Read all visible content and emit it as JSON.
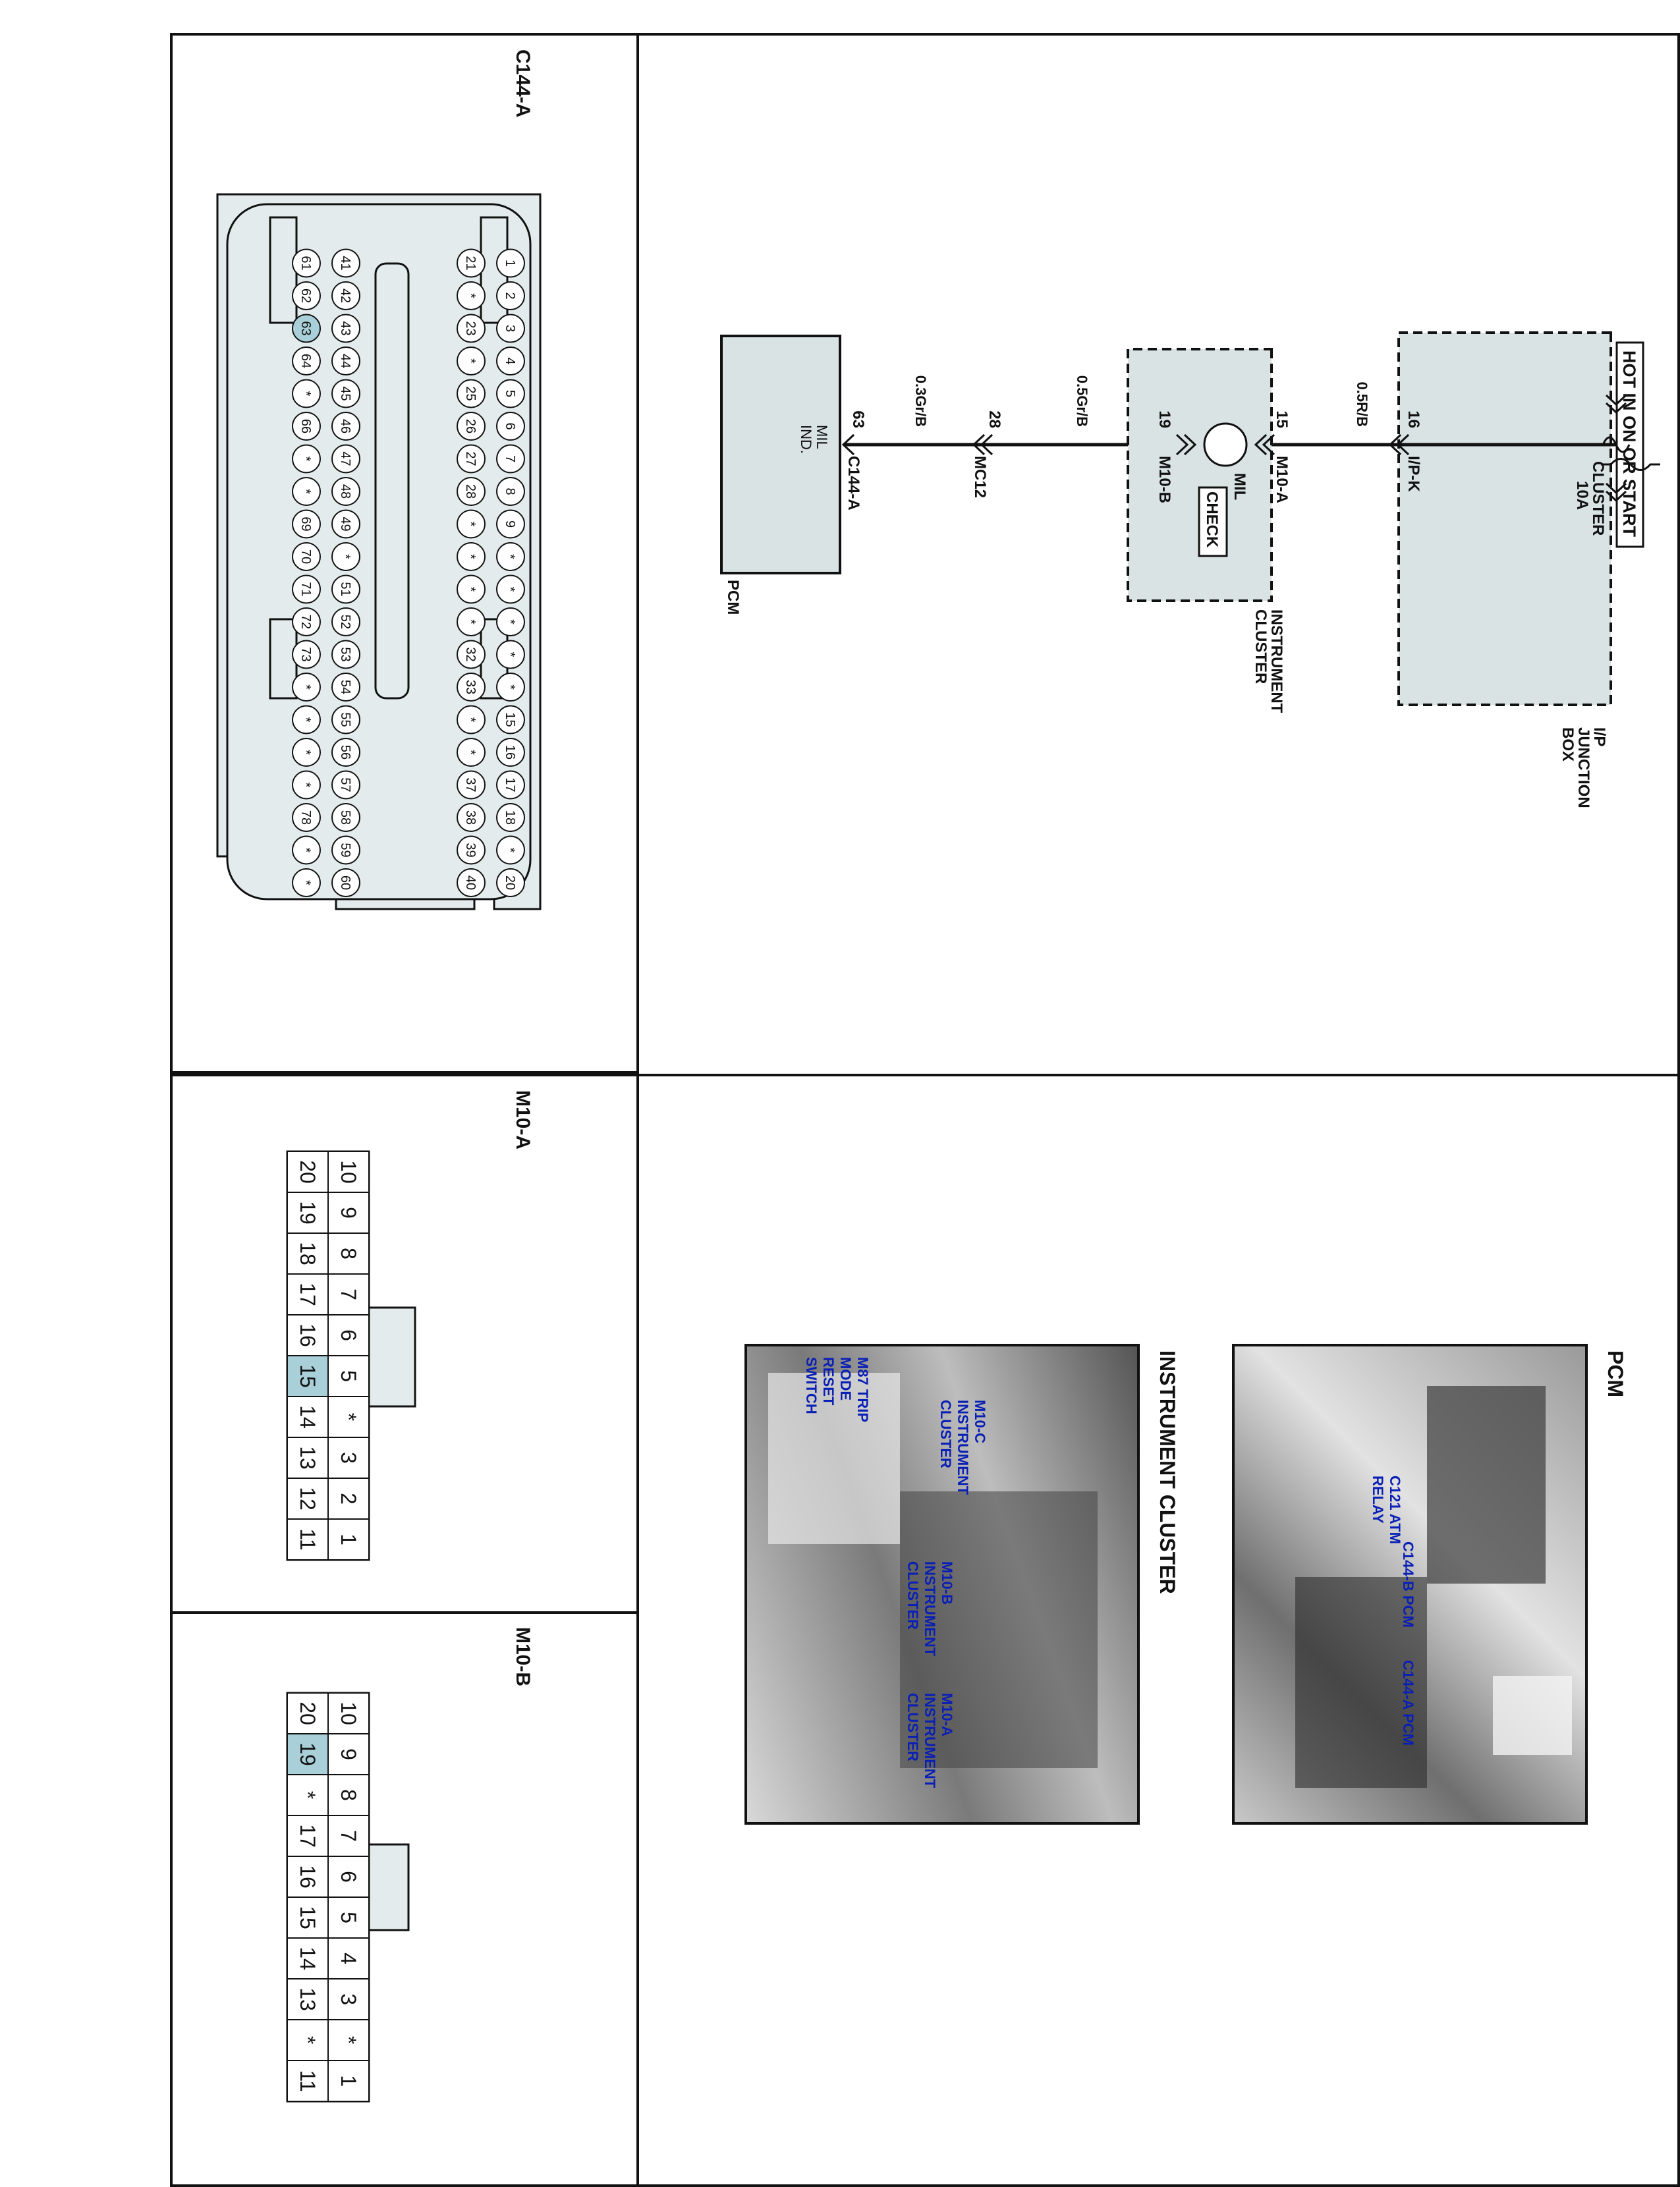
{
  "sections": {
    "c144_title": "C144-A",
    "m10a_title": "M10-A",
    "m10b_title": "M10-B"
  },
  "schematic": {
    "hot_label": "HOT IN ON OR START",
    "fuse_name": "CLUSTER",
    "fuse_rating": "10A",
    "junction_box": [
      "I/P",
      "JUNCTION",
      "BOX"
    ],
    "ipk_pin": "16",
    "ipk_conn": "I/P-K",
    "wire1": "0.5R/B",
    "m10a_pin": "15",
    "m10a_conn": "M10-A",
    "mil_label": "MIL",
    "check_label": "CHECK",
    "cluster_label": [
      "INSTRUMENT",
      "CLUSTER"
    ],
    "m10b_pin": "19",
    "m10b_conn": "M10-B",
    "wire2": "0.5Gr/B",
    "mc12_pin": "28",
    "mc12_conn": "MC12",
    "wire3": "0.3Gr/B",
    "c144_pin": "63",
    "c144_conn": "C144-A",
    "pcm_ind": [
      "MIL",
      "IND."
    ],
    "pcm_label": "PCM"
  },
  "c144_connector": {
    "rows": [
      [
        "20",
        "*",
        "18",
        "17",
        "16",
        "15",
        "*",
        "*",
        "*",
        "*",
        "*",
        "9",
        "8",
        "7",
        "6",
        "5",
        "4",
        "3",
        "2",
        "1"
      ],
      [
        "40",
        "39",
        "38",
        "37",
        "*",
        "*",
        "33",
        "32",
        "*",
        "*",
        "*",
        "*",
        "28",
        "27",
        "26",
        "25",
        "*",
        "23",
        "*",
        "21"
      ],
      [
        "60",
        "59",
        "58",
        "57",
        "56",
        "55",
        "54",
        "53",
        "52",
        "51",
        "*",
        "49",
        "48",
        "47",
        "46",
        "45",
        "44",
        "43",
        "42",
        "41"
      ],
      [
        "*",
        "*",
        "78",
        "*",
        "*",
        "*",
        "*",
        "73",
        "72",
        "71",
        "70",
        "69",
        "*",
        "*",
        "66",
        "*",
        "64",
        "63",
        "62",
        "61"
      ]
    ],
    "highlight": "63"
  },
  "m10a_connector": {
    "top": [
      "10",
      "9",
      "8",
      "7",
      "6",
      "5",
      "*",
      "3",
      "2",
      "1"
    ],
    "bottom": [
      "20",
      "19",
      "18",
      "17",
      "16",
      "15",
      "14",
      "13",
      "12",
      "11"
    ],
    "highlight": "15"
  },
  "m10b_connector": {
    "top": [
      "10",
      "9",
      "8",
      "7",
      "6",
      "5",
      "4",
      "3",
      "*",
      "1"
    ],
    "bottom": [
      "20",
      "19",
      "*",
      "17",
      "16",
      "15",
      "14",
      "13",
      "*",
      "11"
    ],
    "highlight": "19"
  },
  "photos": {
    "pcm_title": "PCM",
    "pcm_labels": [
      [
        "C121 ATM",
        "RELAY"
      ],
      [
        "C144-B PCM"
      ],
      [
        "C144-A PCM"
      ]
    ],
    "cluster_title": "INSTRUMENT CLUSTER",
    "cluster_labels": [
      [
        "M87 TRIP",
        "MODE",
        "RESET",
        "SWITCH"
      ],
      [
        "M10-C",
        "INSTRUMENT",
        "CLUSTER"
      ],
      [
        "M10-B",
        "INSTRUMENT",
        "CLUSTER"
      ],
      [
        "M10-A",
        "INSTRUMENT",
        "CLUSTER"
      ]
    ]
  },
  "colors": {
    "connector_fill": "#e4ebec",
    "junction_fill": "#d9e3e4",
    "highlight_fill": "#a9cfd8",
    "label_blue": "#0a1fb4"
  }
}
